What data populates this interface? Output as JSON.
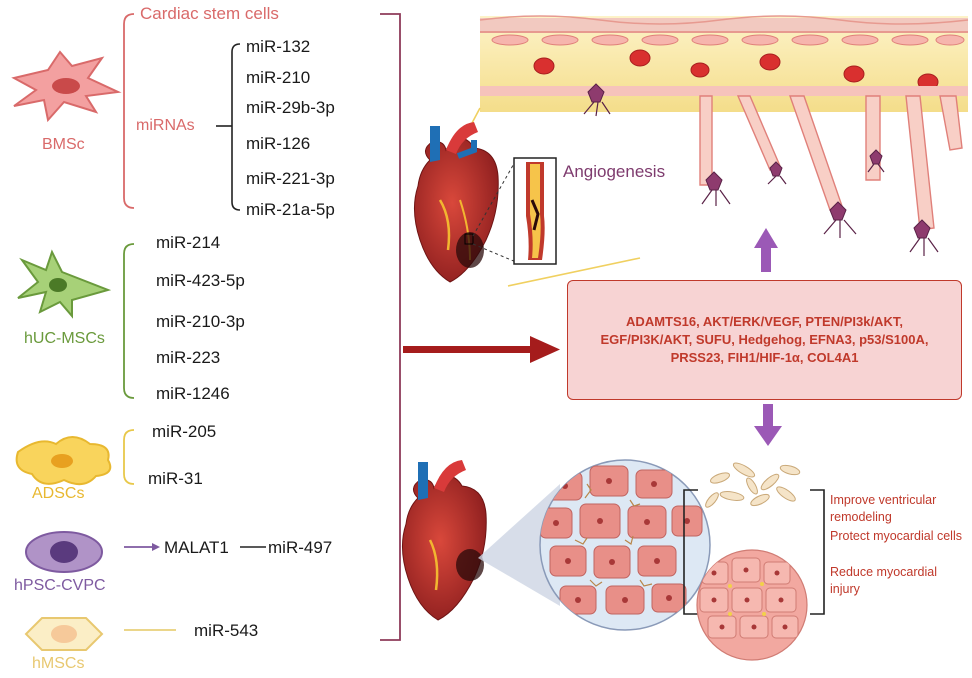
{
  "cell_types": [
    {
      "name": "BMSc",
      "color": "#d96a6a"
    },
    {
      "name": "hUC-MSCs",
      "color": "#6a9a3c"
    },
    {
      "name": "ADSCs",
      "color": "#e8b830"
    },
    {
      "name": "hPSC-CVPC",
      "color": "#7e5aa0"
    },
    {
      "name": "hMSCs",
      "color": "#e8c870"
    }
  ],
  "bmsc": {
    "cardiac_stem_cells": "Cardiac stem cells",
    "mirnas_label": "miRNAs",
    "mirnas": [
      "miR-132",
      "miR-210",
      "miR-29b-3p",
      "miR-126",
      "miR-221-3p",
      "miR-21a-5p"
    ]
  },
  "huc_mscs": {
    "mirnas": [
      "miR-214",
      "miR-423-5p",
      "miR-210-3p",
      "miR-223",
      "miR-1246"
    ]
  },
  "adscs": {
    "mirnas": [
      "miR-205",
      "miR-31"
    ]
  },
  "hpsc_cvpc": {
    "lncrna": "MALAT1",
    "mirna": "miR-497"
  },
  "hmscs": {
    "mirna": "miR-543"
  },
  "angiogenesis_label": "Angiogenesis",
  "pathways_text": "ADAMTS16, AKT/ERK/VEGF, PTEN/PI3k/AKT, EGF/PI3K/AKT, SUFU, Hedgehog, EFNA3, p53/S100A, PRSS23, FIH1/HIF-1α, COL4A1",
  "outcomes": [
    "Improve ventricular remodeling",
    "Protect myocardial cells",
    "Reduce myocardial injury"
  ],
  "colors": {
    "arrow_red": "#a51c1c",
    "arrow_purple": "#9b59b6",
    "bracket_purple": "#8e3b5a",
    "text_red": "#c0392b"
  }
}
